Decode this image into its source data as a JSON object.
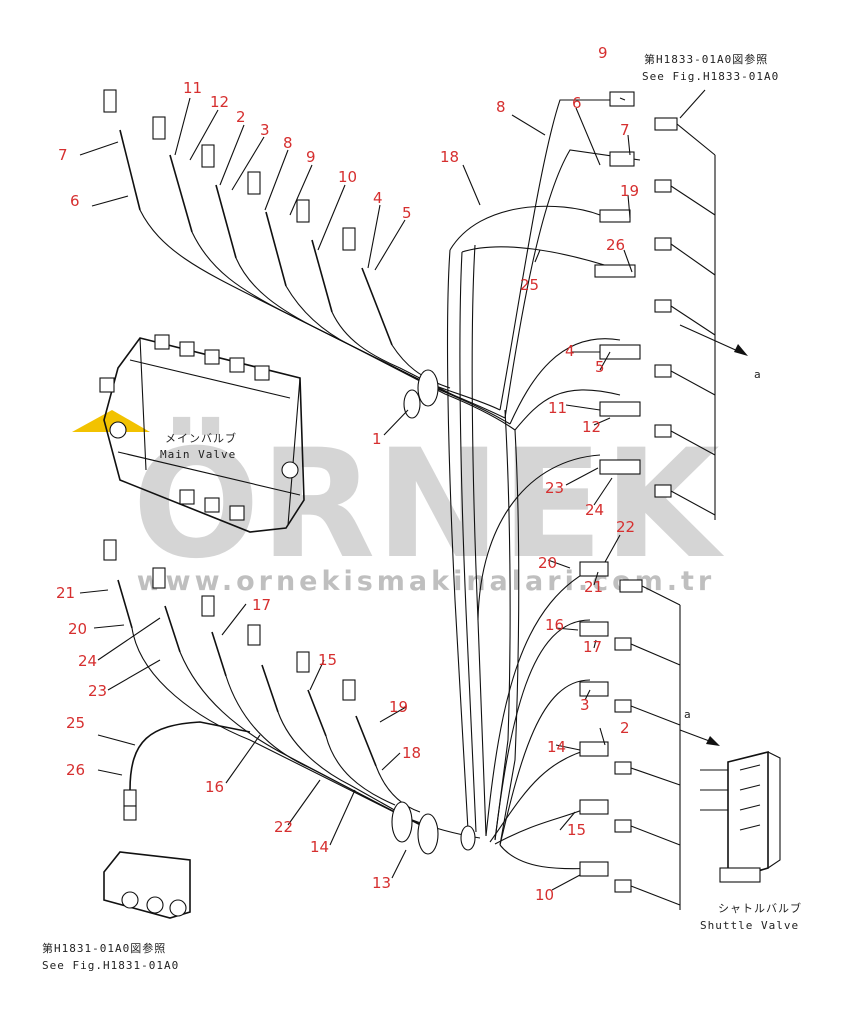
{
  "watermark": {
    "brand": "ÖRNEK",
    "url": "www.ornekismakinalari.com.tr",
    "brand_color": "#c8c8c8",
    "accent_color": "#f2c200"
  },
  "labels": {
    "main_valve_jp": "メインバルブ",
    "main_valve_en": "Main Valve",
    "shuttle_valve_jp": "シャトルバルブ",
    "shuttle_valve_en": "Shuttle Valve",
    "ref_top_jp": "第H1833-01A0図参照",
    "ref_top_en": "See Fig.H1833-01A0",
    "ref_bottom_jp": "第H1831-01A0図参照",
    "ref_bottom_en": "See Fig.H1831-01A0",
    "arrow_a1": "a",
    "arrow_a2": "a"
  },
  "callouts": [
    "7",
    "6",
    "11",
    "12",
    "2",
    "3",
    "8",
    "9",
    "10",
    "4",
    "5",
    "1",
    "18",
    "8",
    "6",
    "9",
    "7",
    "19",
    "26",
    "25",
    "4",
    "5",
    "11",
    "12",
    "23",
    "24",
    "22",
    "20",
    "21",
    "16",
    "17",
    "3",
    "2",
    "14",
    "15",
    "10",
    "21",
    "20",
    "24",
    "23",
    "17",
    "15",
    "19",
    "18",
    "25",
    "26",
    "16",
    "22",
    "14",
    "13"
  ],
  "colors": {
    "callout": "#d62f2f",
    "line": "#111111"
  }
}
